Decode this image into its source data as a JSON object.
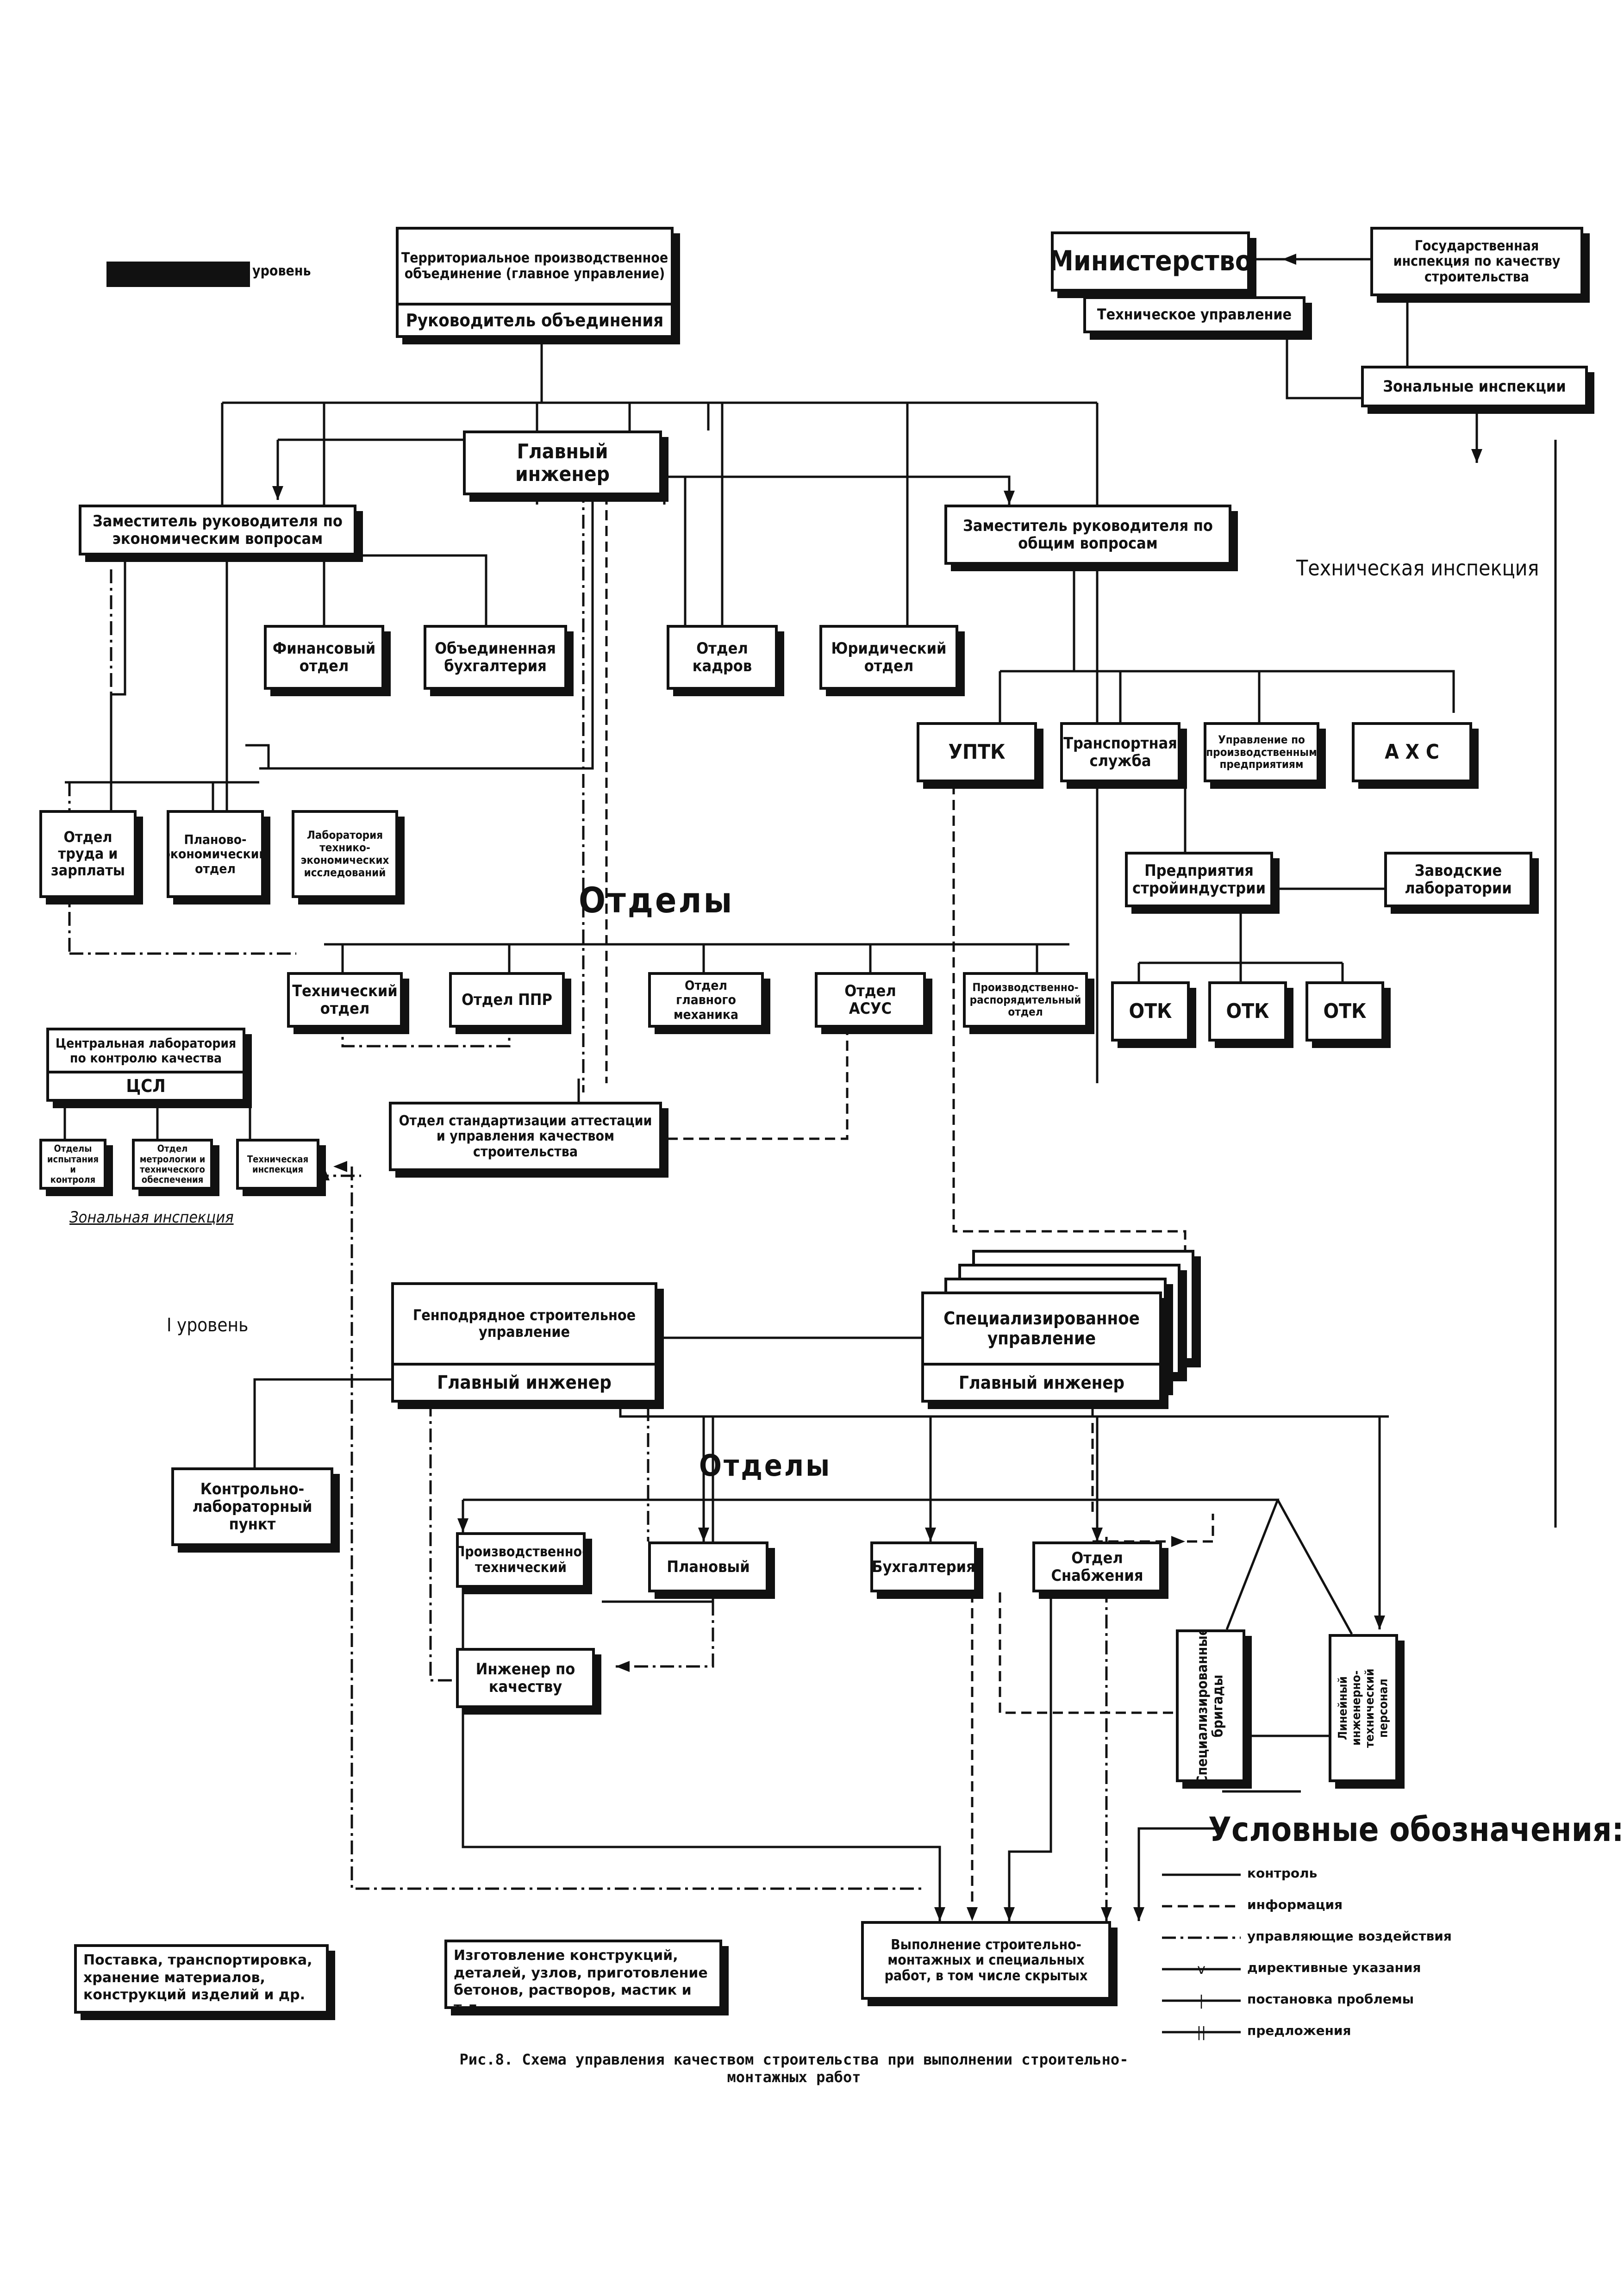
{
  "diagram": {
    "level_II_label": "уровень",
    "level_I_label": "I уровень",
    "zonal_inspection_label": "Зональная инспекция",
    "technical_inspection_label": "Техническая инспекция",
    "departments_heading_top": "Отделы",
    "departments_heading_bottom": "Отделы"
  },
  "nodes": {
    "territorial": {
      "top": "Территориальное производственное объединение (главное управление)",
      "bottom": "Руководитель объединения"
    },
    "ministry": "Министерство",
    "tech_mgmt": "Техническое управление",
    "gos_insp": "Государственная инспекция по качеству строительства",
    "zonal_insp": "Зональные инспекции",
    "chief_eng": "Главный инженер",
    "dep_econ": "Заместитель руководителя по экономическим вопросам",
    "dep_general": "Заместитель руководителя по общим вопросам",
    "fin": "Финансовый отдел",
    "accounting_joint": "Объединенная бухгалтерия",
    "hr": "Отдел кадров",
    "legal": "Юридический отдел",
    "uptk": "УПТК",
    "transport": "Транспортная служба",
    "prod_enterprises_mgmt": "Управление по производственным предприятиям",
    "ahs": "А Х С",
    "labor_wages": "Отдел труда и зарплаты",
    "planning_econ": "Планово-экономический отдел",
    "lab_tech_econ": "Лаборатория технико-экономических исследований",
    "construction_industry": "Предприятия стройиндустрии",
    "factory_labs": "Заводские лаборатории",
    "otk1": "ОТК",
    "otk2": "ОТК",
    "otk3": "ОТК",
    "tech_dept": "Технический отдел",
    "ppr_dept": "Отдел ППР",
    "chief_mech": "Отдел главного механика",
    "asus": "Отдел АСУС",
    "prod_dispatch": "Производственно-распорядительный отдел",
    "central_lab": {
      "top": "Центральная лаборатория по контролю качества",
      "bottom": "ЦСЛ"
    },
    "testing_depts": "Отделы испытания и контроля",
    "dept_small2": "Отдел метрологии и технического обеспечения",
    "tech_insp_small": "Техническая инспекция",
    "standardization": "Отдел стандартизации аттестации и управления качеством строительства",
    "gen_contract": {
      "top": "Генподрядное строительное управление",
      "bottom": "Главный инженер"
    },
    "specialized": {
      "top": "Специализированное управление",
      "bottom": "Главный инженер"
    },
    "control_lab": "Контрольно-лабораторный пункт",
    "prod_tech": "Производственно-технический",
    "planning": "Плановый",
    "bookkeeping": "Бухгалтерия",
    "supply": "Отдел Снабжения",
    "quality_eng": "Инженер по качеству",
    "spec_brigades": "Специализированные бригады",
    "line_staff": "Линейный инженерно-технический персонал",
    "execution": "Выполнение строительно-монтажных и специальных работ, в том числе скрытых"
  },
  "notes": {
    "supply_note": "Поставка, транспортировка, хранение материалов, конструкций изделий и др.",
    "manufacture_note": "Изготовление конструкций, деталей, узлов, приготовление бетонов, растворов, мастик и т.д."
  },
  "legend": {
    "title": "Условные обозначения:",
    "items": [
      {
        "label": "контроль",
        "dash": ""
      },
      {
        "label": "информация",
        "dash": "22 12"
      },
      {
        "label": "управляющие воздействия",
        "dash": "30 10 6 10"
      },
      {
        "label": "директивные указания",
        "dash": "",
        "mark": "v"
      },
      {
        "label": "постановка проблемы",
        "dash": "",
        "mark": "|"
      },
      {
        "label": "предложения",
        "dash": "",
        "mark": "||"
      }
    ]
  },
  "caption": "Рис.8. Схема управления качеством строительства при выполнении строительно-монтажных работ"
}
